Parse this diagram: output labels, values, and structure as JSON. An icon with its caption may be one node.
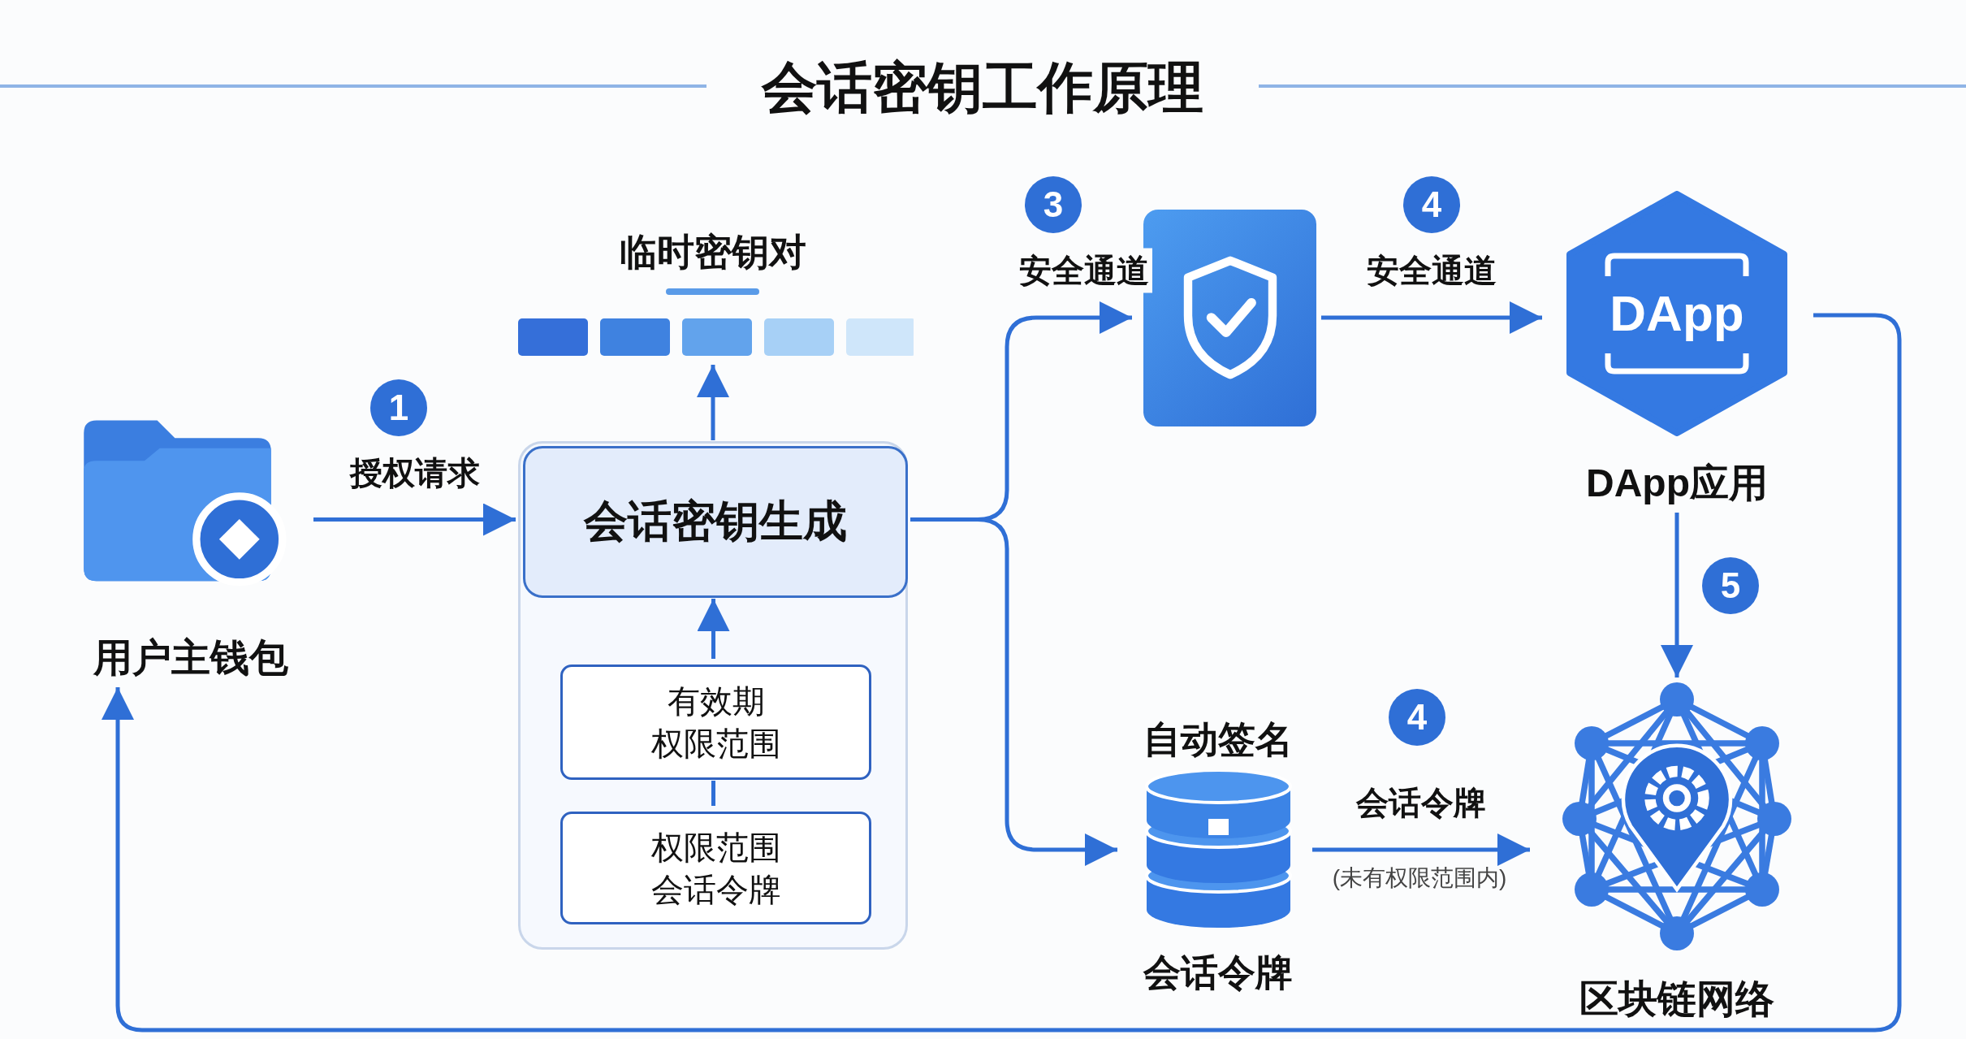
{
  "diagram": {
    "title": "会话密钥工作原理",
    "nodes": [
      {
        "text": [
          "用户主钱包"
        ]
      },
      {
        "text": [],
        "shape": "box"
      },
      {
        "text": [
          "会话密钥生成"
        ],
        "in": 1
      },
      {
        "text": [
          "有效期权限范围"
        ],
        "in": 1
      },
      {
        "text": [
          "权限范围会话令牌"
        ],
        "in": 1
      },
      {
        "text": [
          "临时密钥对"
        ]
      },
      {
        "text": [],
        "shape": "box"
      },
      {
        "text": [
          "DApp",
          "DApp应用"
        ]
      },
      {
        "text": [
          "自动签名",
          "会话令牌"
        ]
      },
      {
        "text": [
          "区块链网络"
        ]
      }
    ],
    "edges": [
      {
        "from": 0,
        "to": 2,
        "arrow": "to",
        "label": "授权请求"
      },
      {
        "from": 2,
        "to": 6,
        "arrow": "to",
        "label": "安全通道"
      },
      {
        "from": 2,
        "to": 8,
        "arrow": "to"
      },
      {
        "from": 6,
        "to": 7,
        "arrow": "to",
        "label": "安全通道"
      },
      {
        "from": 8,
        "to": 9,
        "arrow": "to",
        "label": "会话令牌"
      },
      {
        "from": 7,
        "to": 9,
        "arrow": "to"
      },
      {
        "from": 7,
        "to": 0,
        "arrow": "to"
      },
      {
        "from": 4,
        "to": 3,
        "arrow": "none"
      },
      {
        "from": 3,
        "to": 2,
        "arrow": "to"
      },
      {
        "from": 2,
        "to": 5,
        "arrow": "to"
      }
    ],
    "labels": [
      "3",
      "4",
      "1",
      "5",
      "4",
      "(未有权限范围内)"
    ]
  }
}
